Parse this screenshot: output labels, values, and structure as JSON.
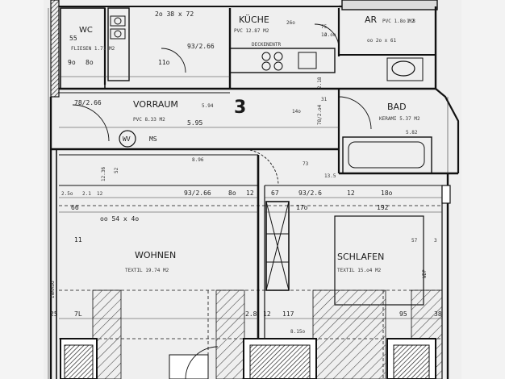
{
  "rooms": {
    "wc": {
      "name": "WC",
      "sub": "FLIESEN 1.71 M2"
    },
    "kueche": {
      "name": "KÜCHE",
      "sub": "PVC 12.87 M2"
    },
    "ar": {
      "name": "AR",
      "sub": "PVC 1.8o M2"
    },
    "vorraum": {
      "name": "VORRAUM",
      "sub": "PVC 8.33 M2"
    },
    "bad": {
      "name": "BAD",
      "sub": "KERAMI 5.37 M2"
    },
    "wohnen": {
      "name": "WOHNEN",
      "sub": "TEXTIL 19.74 M2"
    },
    "schlafen": {
      "name": "SCHLAFEN",
      "sub": "TEXTIL 15.o4 M2"
    }
  },
  "marks": {
    "apartment_number": "3",
    "wv": "WV",
    "ms": "MS",
    "kueche_note": "DECKENENTR",
    "inkrug": "INKRUG",
    "wdp": "WDP"
  },
  "dimensions": {
    "d1": "55",
    "d2": "78/2.66",
    "d3": "9o",
    "d4": "8o",
    "d5": "93/2.66",
    "d6": "11o",
    "d7": "2o 38 x 72",
    "d8": "26o",
    "d9": "75",
    "d10": "1o",
    "d11": "2.oo",
    "d12": "oo 2o x 61",
    "d13": "5.94",
    "d14": "5.95",
    "d15": "14o",
    "d16": "78/2.o4",
    "d17": "31",
    "d18": "5.82",
    "d19": "2.5o",
    "d20": "66",
    "d21": "oo 54 x 4o",
    "d22": "93/2.66",
    "d23": "8o",
    "d24": "12",
    "d25": "67",
    "d26": "93/2.6",
    "d27": "12",
    "d28": "18o",
    "d29": "17o",
    "d30": "192",
    "d31": "57",
    "d32": "2.8",
    "d33": "12",
    "d34": "117",
    "d35": "95",
    "d36": "38",
    "d37": "25",
    "d38": "7L",
    "d39": "8.15o",
    "d40": "11",
    "d41": "8.96",
    "d42": "73",
    "d43": "13.5",
    "d44": "12",
    "d45": "2.1",
    "d46": "12.36",
    "d47": "52",
    "d48": "1.8",
    "d49": "2.18",
    "d50": "3"
  }
}
